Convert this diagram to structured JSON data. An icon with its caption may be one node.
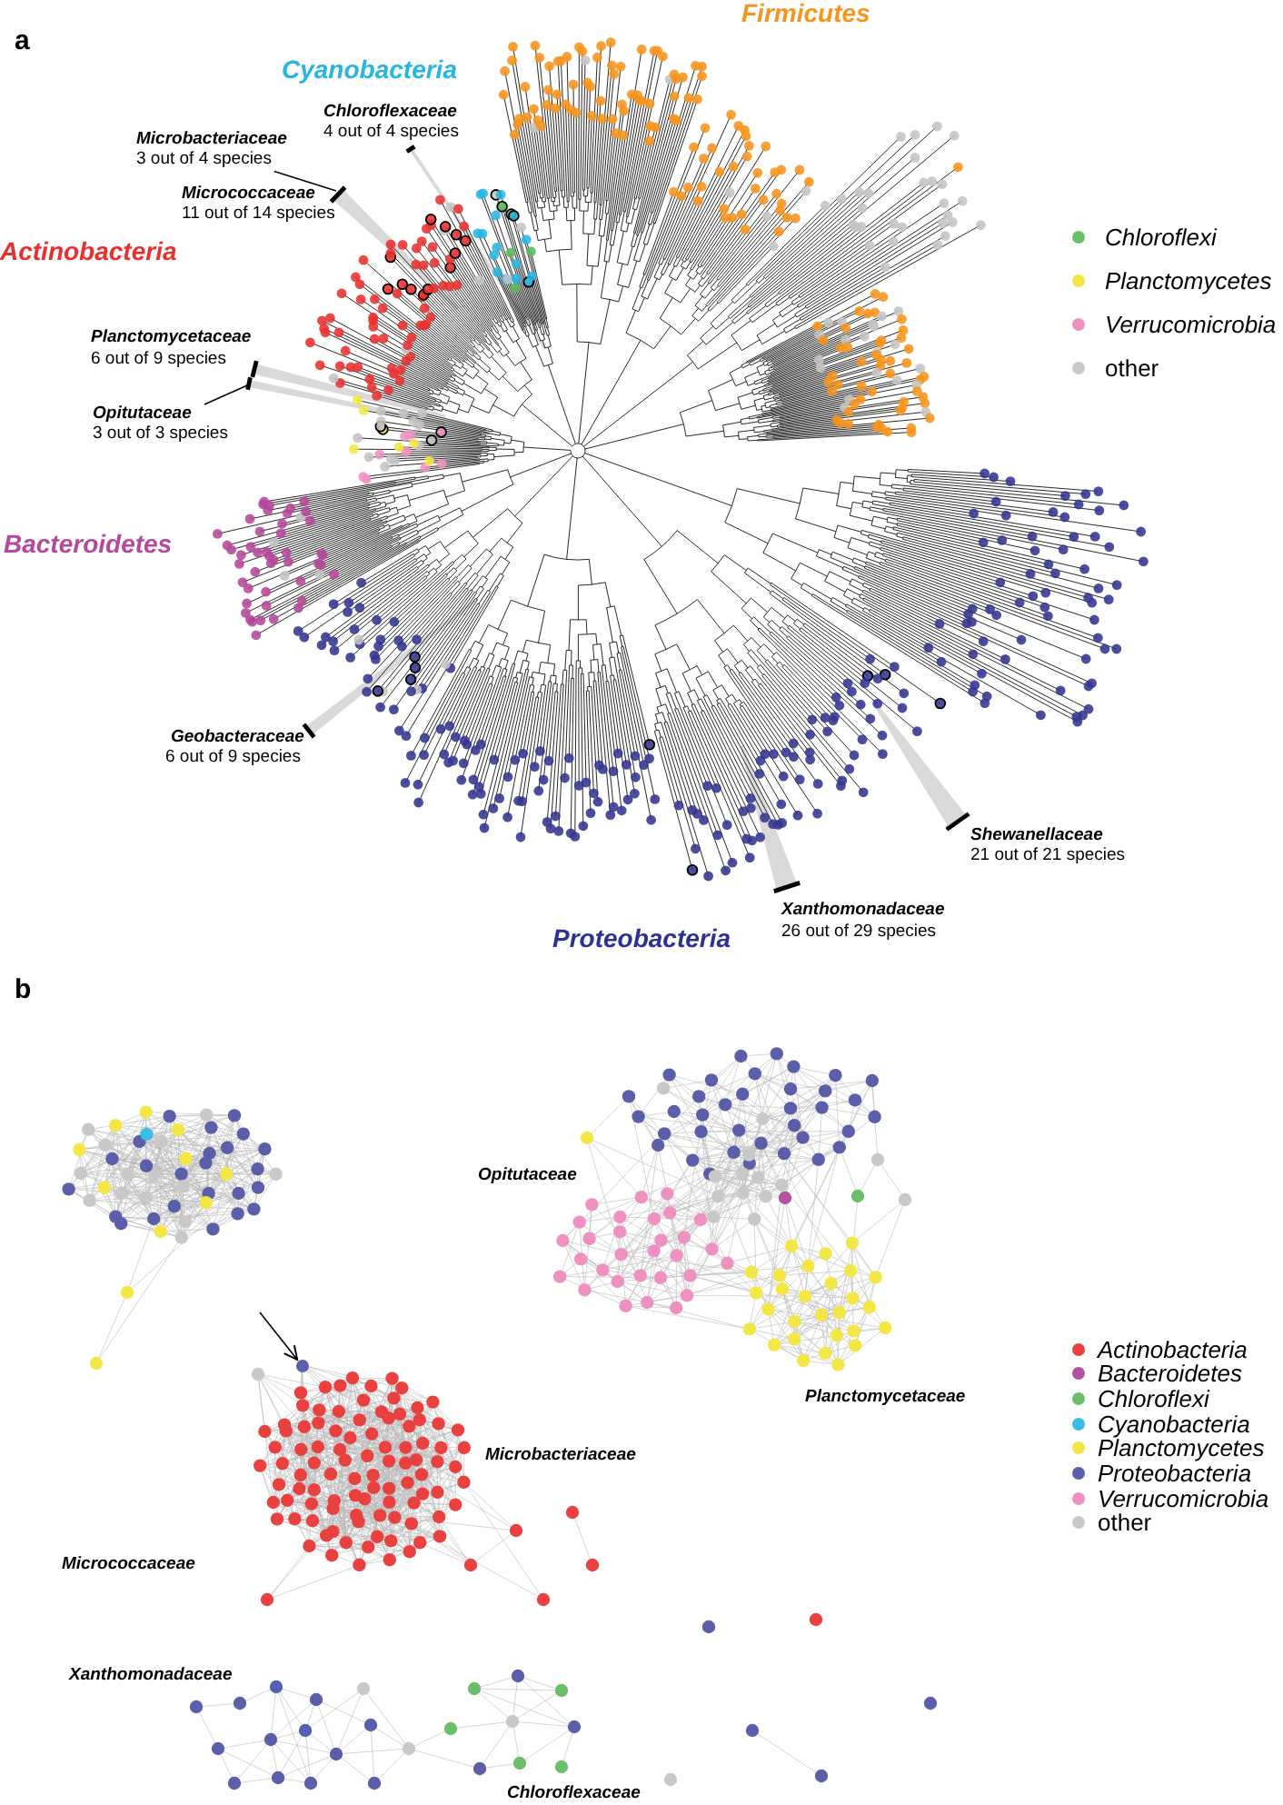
{
  "diagram": {
    "nodes": [
      {
        "text": [
          "Microbacteriaceae",
          "3 out of 4 species"
        ]
      },
      {
        "text": [
          "Opitutaceae",
          "3 out of 3 species"
        ]
      },
      {
        "text": [],
        "shape": "circle"
      }
    ],
    "edges": [
      {
        "from": 0,
        "to": null,
        "arrow": "none"
      },
      {
        "from": 1,
        "to": null,
        "arrow": "none"
      },
      {
        "from": null,
        "to": 2,
        "arrow": "to"
      }
    ],
    "labels": [
      "a",
      "Firmicutes",
      "Cyanobacteria",
      "Chloroflexaceae",
      "4 out of 4 species",
      "Micrococcaceae",
      "11 out of 14 species",
      "Actinobacteria",
      "Planctomycetaceae",
      "6 out of 9 species",
      "Bacteroidetes",
      "Geobacteraceae",
      "6 out of 9 species",
      "Shewanellaceae",
      "21 out of 21 species",
      "Xanthomonadaceae",
      "26 out of 29 species",
      "Proteobacteria",
      "b",
      "Opitutaceae",
      "Planctomycetaceae",
      "Microbacteriaceae",
      "Micrococcaceae",
      "Xanthomonadaceae",
      "Chloroflexaceae"
    ],
    "legend": [
      {
        "text": "Chloroflexi",
        "color": "#6cbf6a"
      },
      {
        "text": "Planctomycetes",
        "color": "#f2e745"
      },
      {
        "text": "Verrucomicrobia",
        "color": "#ef91c0"
      },
      {
        "text": "other",
        "color": "#c8c8c8"
      },
      {
        "text": "Actinobacteria",
        "color": "#e8413f"
      },
      {
        "text": "Bacteroidetes",
        "color": "#b5519e"
      },
      {
        "text": "Chloroflexi",
        "color": "#6cbf6a"
      },
      {
        "text": "Cyanobacteria",
        "color": "#3cbde6"
      },
      {
        "text": "Planctomycetes",
        "color": "#f2e745"
      },
      {
        "text": "Proteobacteria",
        "color": "#5b5ea8"
      },
      {
        "text": "Verrucomicrobia",
        "color": "#ef91c0"
      },
      {
        "text": "other",
        "color": "#c8c8c8"
      }
    ]
  }
}
